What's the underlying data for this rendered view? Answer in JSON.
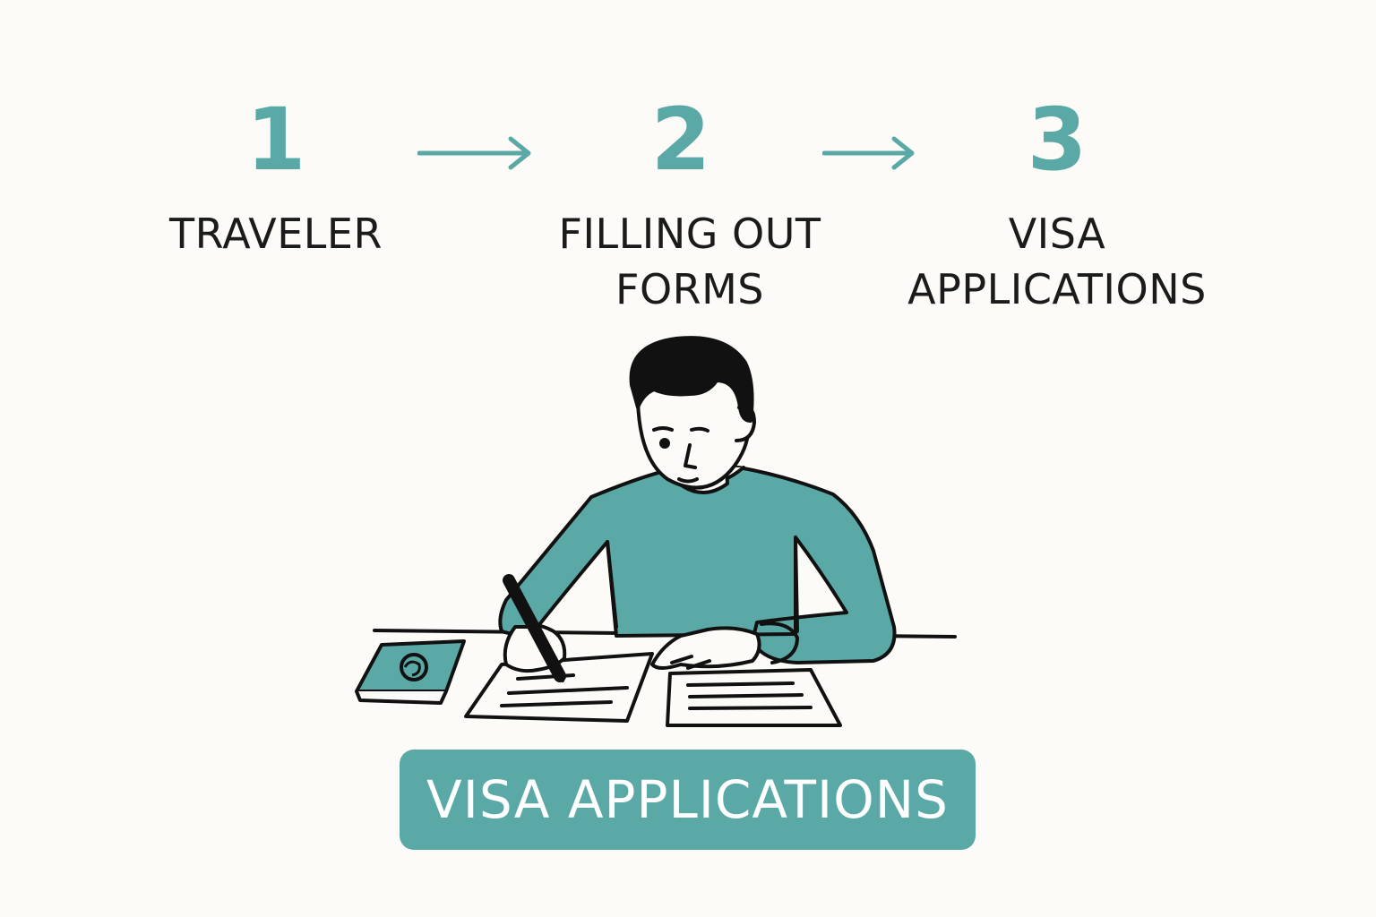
{
  "steps": [
    {
      "number": "1",
      "label_lines": [
        "TRAVELER"
      ]
    },
    {
      "number": "2",
      "label_lines": [
        "FILLING OUT",
        "FORMS"
      ]
    },
    {
      "number": "3",
      "label_lines": [
        "VISA",
        "APPLICATIONS"
      ]
    }
  ],
  "button": {
    "label": "VISA APPLICATIONS"
  },
  "colors": {
    "accent": "#5aa9a7",
    "text": "#1b1b1b",
    "background": "#fcfbf7"
  },
  "icons": [
    "arrow-right-icon",
    "person-writing-illustration",
    "passport-icon",
    "pen-icon",
    "document-icon"
  ]
}
